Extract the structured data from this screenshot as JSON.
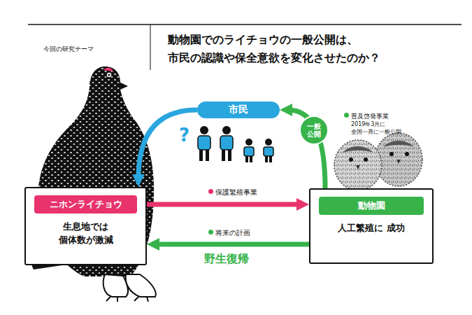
{
  "diagram": {
    "title": "動物園でのライチョウの一般公開は、 市民の認識や保全意欲を変化させたのか？",
    "nodes": [
      {
        "text": [
          "市民"
        ]
      },
      {
        "text": [
          "ニホンライチョウ",
          "生息地では 個体数が激減"
        ]
      },
      {
        "text": [
          "動物園",
          "人工繁殖に 成功"
        ]
      }
    ],
    "edges": [
      {
        "from": 2,
        "to": 0,
        "label": "一般公開",
        "arrow": "to"
      },
      {
        "from": 0,
        "to": 1,
        "arrow": "to"
      },
      {
        "from": 1,
        "to": 2,
        "label": "保護繁殖事業",
        "arrow": "to"
      },
      {
        "from": 2,
        "to": 1,
        "label": "野生復帰",
        "arrow": "to"
      }
    ],
    "labels": [
      "今回の研究テーマ",
      "?",
      "普及啓発事業",
      "2019年3月に 全国一斉に一般公開",
      "将来の計画"
    ]
  }
}
